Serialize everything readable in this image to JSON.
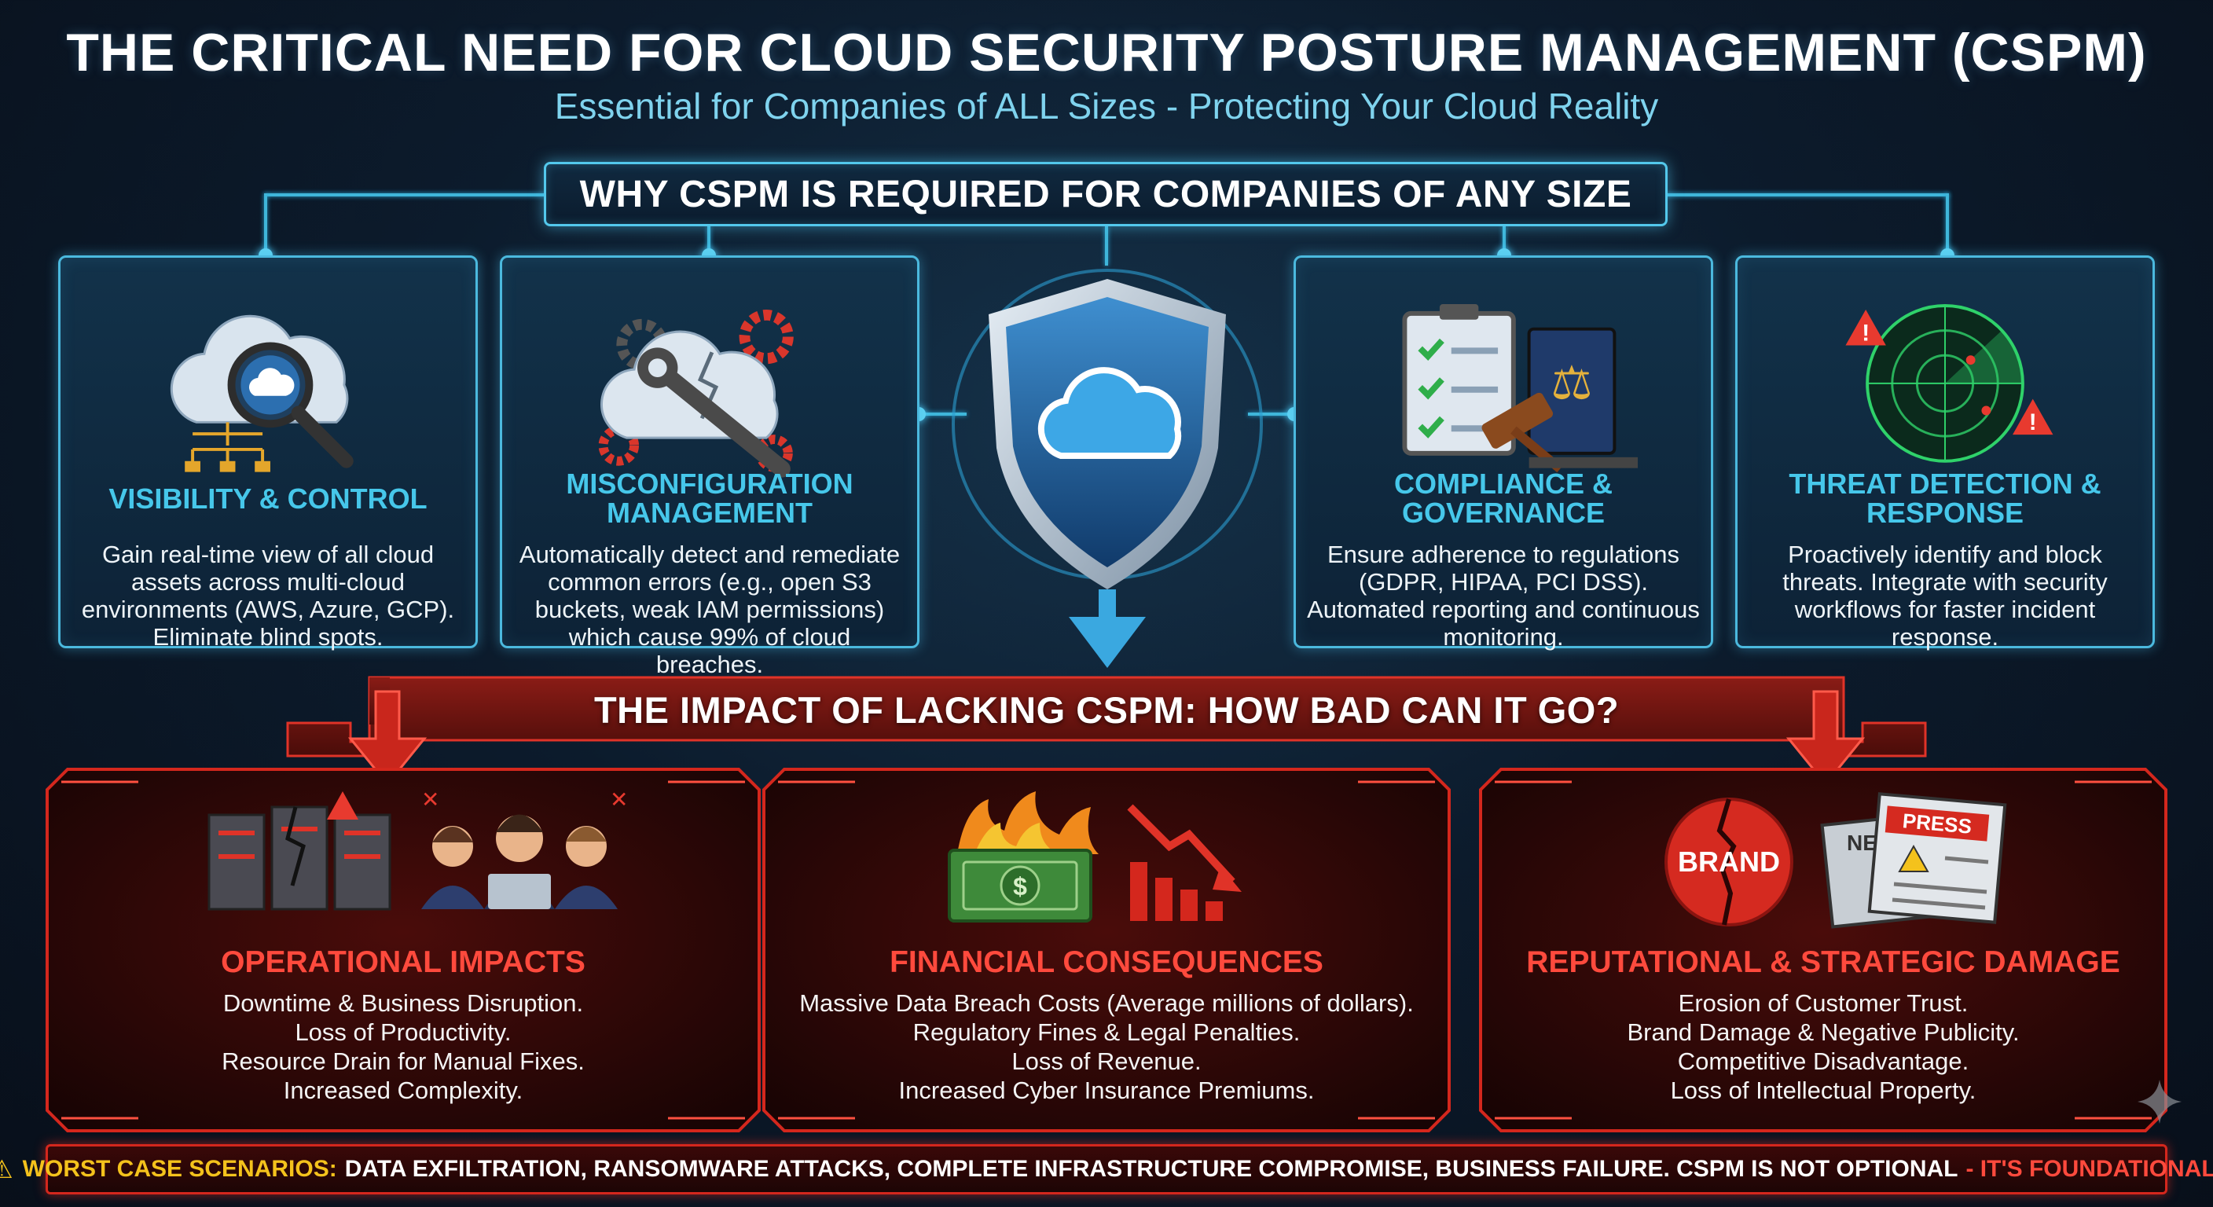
{
  "header": {
    "title": "THE CRITICAL NEED FOR CLOUD SECURITY POSTURE MANAGEMENT (CSPM)",
    "subtitle": "Essential for Companies of ALL Sizes - Protecting Your Cloud Reality"
  },
  "why_section": {
    "heading": "WHY CSPM IS REQUIRED FOR COMPANIES OF ANY SIZE",
    "cards": [
      {
        "title": "VISIBILITY & CONTROL",
        "body": "Gain real-time view of all cloud assets across multi-cloud environments (AWS, Azure, GCP). Eliminate blind spots.",
        "icon": "cloud-magnifier-icon"
      },
      {
        "title": "MISCONFIGURATION MANAGEMENT",
        "body": "Automatically detect and remediate common errors (e.g., open S3 buckets, weak IAM permissions) which cause 99% of cloud breaches.",
        "icon": "broken-cloud-wrench-icon"
      },
      {
        "title": "COMPLIANCE & GOVERNANCE",
        "body": "Ensure adherence to regulations (GDPR, HIPAA, PCI DSS). Automated reporting and continuous monitoring.",
        "icon": "checklist-gavel-icon"
      },
      {
        "title": "THREAT DETECTION & RESPONSE",
        "body": "Proactively identify and block threats. Integrate with security workflows for faster incident response.",
        "icon": "radar-warning-icon"
      }
    ],
    "center_icon": "shield-cloud-icon"
  },
  "impact_section": {
    "heading": "THE IMPACT OF LACKING CSPM: HOW BAD CAN IT GO?",
    "panels": [
      {
        "title": "OPERATIONAL IMPACTS",
        "items": [
          "Downtime & Business Disruption.",
          "Loss of Productivity.",
          "Resource Drain for Manual Fixes.",
          "Increased Complexity."
        ],
        "icon": "broken-servers-stressed-team-icon"
      },
      {
        "title": "FINANCIAL CONSEQUENCES",
        "items": [
          "Massive Data Breach Costs (Average millions of dollars).",
          "Regulatory Fines & Legal Penalties.",
          "Loss of Revenue.",
          "Increased Cyber Insurance Premiums."
        ],
        "icon": "burning-money-declining-chart-icon"
      },
      {
        "title": "REPUTATIONAL & STRATEGIC DAMAGE",
        "items": [
          "Erosion of Customer Trust.",
          "Brand Damage & Negative Publicity.",
          "Competitive Disadvantage.",
          "Loss of Intellectual Property."
        ],
        "icon": "cracked-brand-press-icon",
        "brand_text": "BRAND",
        "press_text": "PRESS",
        "news_text": "NE"
      }
    ]
  },
  "footer": {
    "label": "WORST CASE SCENARIOS:",
    "text": "DATA EXFILTRATION, RANSOMWARE ATTACKS, COMPLETE INFRASTRUCTURE COMPROMISE, BUSINESS FAILURE. CSPM IS NOT OPTIONAL",
    "tagline": "- IT'S FOUNDATIONAL."
  },
  "colors": {
    "accent_cyan": "#46c7ea",
    "alert_red": "#ff4a3d",
    "warning_yellow": "#f4c21c",
    "background": "#0c1b2c"
  }
}
